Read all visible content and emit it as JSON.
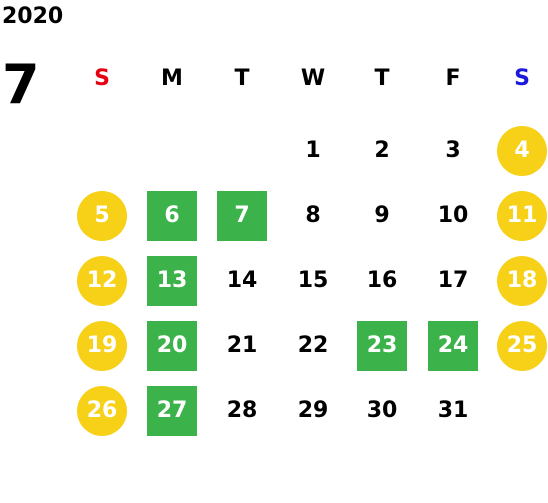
{
  "year": "2020",
  "month": "7",
  "weekdays": [
    "S",
    "M",
    "T",
    "W",
    "T",
    "F",
    "S"
  ],
  "colors": {
    "sunday_label": "#e60012",
    "saturday_label": "#1a1adb",
    "weekend_circle": "#f7d117",
    "holiday_square": "#3bb34a",
    "text": "#000000",
    "highlight_text": "#ffffff"
  },
  "days": [
    {
      "day": "1",
      "weekday": 3,
      "week": 0,
      "style": "plain"
    },
    {
      "day": "2",
      "weekday": 4,
      "week": 0,
      "style": "plain"
    },
    {
      "day": "3",
      "weekday": 5,
      "week": 0,
      "style": "plain"
    },
    {
      "day": "4",
      "weekday": 6,
      "week": 0,
      "style": "circle"
    },
    {
      "day": "5",
      "weekday": 0,
      "week": 1,
      "style": "circle"
    },
    {
      "day": "6",
      "weekday": 1,
      "week": 1,
      "style": "square"
    },
    {
      "day": "7",
      "weekday": 2,
      "week": 1,
      "style": "square"
    },
    {
      "day": "8",
      "weekday": 3,
      "week": 1,
      "style": "plain"
    },
    {
      "day": "9",
      "weekday": 4,
      "week": 1,
      "style": "plain"
    },
    {
      "day": "10",
      "weekday": 5,
      "week": 1,
      "style": "plain"
    },
    {
      "day": "11",
      "weekday": 6,
      "week": 1,
      "style": "circle"
    },
    {
      "day": "12",
      "weekday": 0,
      "week": 2,
      "style": "circle"
    },
    {
      "day": "13",
      "weekday": 1,
      "week": 2,
      "style": "square"
    },
    {
      "day": "14",
      "weekday": 2,
      "week": 2,
      "style": "plain"
    },
    {
      "day": "15",
      "weekday": 3,
      "week": 2,
      "style": "plain"
    },
    {
      "day": "16",
      "weekday": 4,
      "week": 2,
      "style": "plain"
    },
    {
      "day": "17",
      "weekday": 5,
      "week": 2,
      "style": "plain"
    },
    {
      "day": "18",
      "weekday": 6,
      "week": 2,
      "style": "circle"
    },
    {
      "day": "19",
      "weekday": 0,
      "week": 3,
      "style": "circle"
    },
    {
      "day": "20",
      "weekday": 1,
      "week": 3,
      "style": "square"
    },
    {
      "day": "21",
      "weekday": 2,
      "week": 3,
      "style": "plain"
    },
    {
      "day": "22",
      "weekday": 3,
      "week": 3,
      "style": "plain"
    },
    {
      "day": "23",
      "weekday": 4,
      "week": 3,
      "style": "square"
    },
    {
      "day": "24",
      "weekday": 5,
      "week": 3,
      "style": "square"
    },
    {
      "day": "25",
      "weekday": 6,
      "week": 3,
      "style": "circle"
    },
    {
      "day": "26",
      "weekday": 0,
      "week": 4,
      "style": "circle"
    },
    {
      "day": "27",
      "weekday": 1,
      "week": 4,
      "style": "square"
    },
    {
      "day": "28",
      "weekday": 2,
      "week": 4,
      "style": "plain"
    },
    {
      "day": "29",
      "weekday": 3,
      "week": 4,
      "style": "plain"
    },
    {
      "day": "30",
      "weekday": 4,
      "week": 4,
      "style": "plain"
    },
    {
      "day": "31",
      "weekday": 5,
      "week": 4,
      "style": "plain"
    }
  ]
}
